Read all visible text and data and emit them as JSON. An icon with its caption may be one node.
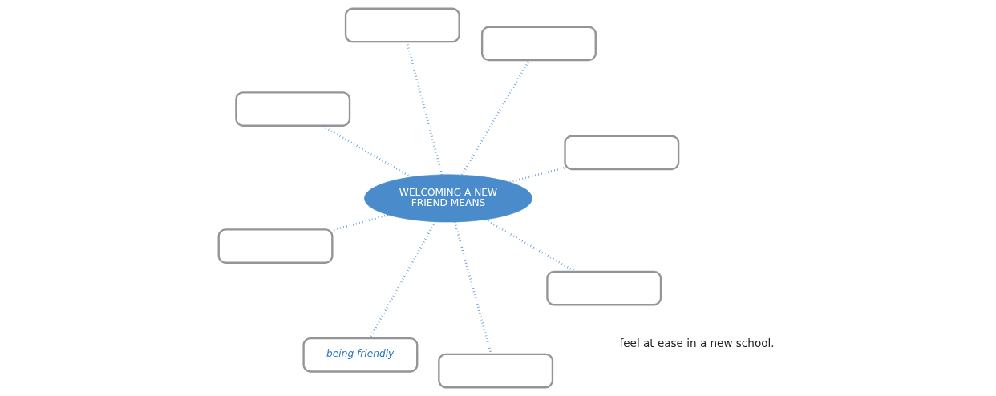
{
  "diagram": {
    "nodes": [
      {
        "text": [
          "WELCOMING A NEW FRIEND MEANS"
        ]
      },
      {
        "text": [],
        "shape": "box"
      },
      {
        "text": [
          "being friendly"
        ]
      },
      {
        "text": [],
        "shape": "box"
      },
      {
        "text": [],
        "shape": "box"
      },
      {
        "text": [],
        "shape": "box"
      },
      {
        "text": [],
        "shape": "box"
      },
      {
        "text": [],
        "shape": "box"
      },
      {
        "text": [],
        "shape": "box"
      }
    ],
    "edges": [
      {
        "from": 0,
        "to": 1,
        "arrow": "none",
        "style": "dashed"
      },
      {
        "from": 0,
        "to": 2,
        "arrow": "none",
        "style": "dashed"
      },
      {
        "from": 0,
        "to": 3,
        "arrow": "none",
        "style": "dashed"
      },
      {
        "from": 0,
        "to": 4,
        "arrow": "none",
        "style": "dashed"
      },
      {
        "from": 0,
        "to": 5,
        "arrow": "none",
        "style": "dashed"
      },
      {
        "from": 0,
        "to": 6,
        "arrow": "none",
        "style": "dashed"
      },
      {
        "from": 0,
        "to": 7,
        "arrow": "none",
        "style": "dashed"
      },
      {
        "from": 0,
        "to": 8,
        "arrow": "none",
        "style": "dashed"
      }
    ],
    "labels": [
      "feel at ease in a new school."
    ]
  }
}
